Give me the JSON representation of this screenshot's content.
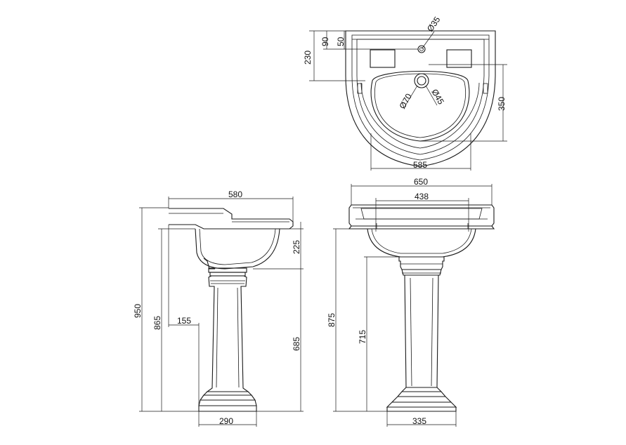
{
  "dimensions": {
    "top_tap_hole": "Ø35",
    "top_depth_overall": "230",
    "top_offset_90": "90",
    "top_offset_50": "50",
    "top_waste_70": "Ø70",
    "top_waste_45": "Ø45",
    "top_depth_350": "350",
    "top_width_585": "585",
    "side_projection": "580",
    "side_bowl_depth": "225",
    "side_total_height": "950",
    "side_rim_height": "865",
    "side_wall_offset": "155",
    "side_pedestal_height": "685",
    "side_base_width": "290",
    "front_width": "650",
    "front_inner_width": "438",
    "front_rim_height": "875",
    "front_pedestal_height": "715",
    "front_base_width": "335"
  }
}
